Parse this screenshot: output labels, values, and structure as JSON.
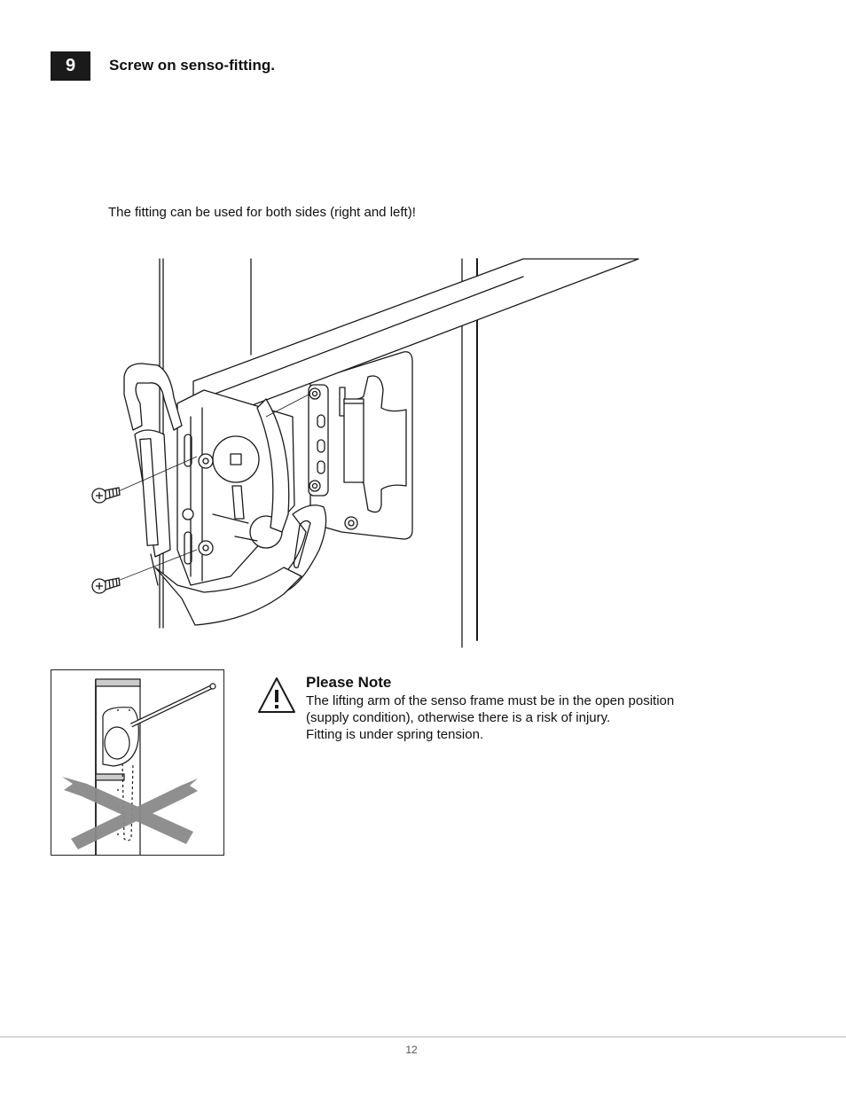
{
  "step": {
    "number": "9",
    "title": "Screw on senso-fitting."
  },
  "intro_text": "The fitting can be used for both sides (right and left)!",
  "note": {
    "heading": "Please Note",
    "lines": [
      "The lifting arm of the senso frame must be in the open position",
      "(supply condition), otherwise there is a risk of injury.",
      "Fitting is under spring tension."
    ],
    "icon": "warning-triangle-icon"
  },
  "page_number": "12",
  "icons": {
    "screw": "screw-icon",
    "cross": "cross-mark-icon"
  }
}
